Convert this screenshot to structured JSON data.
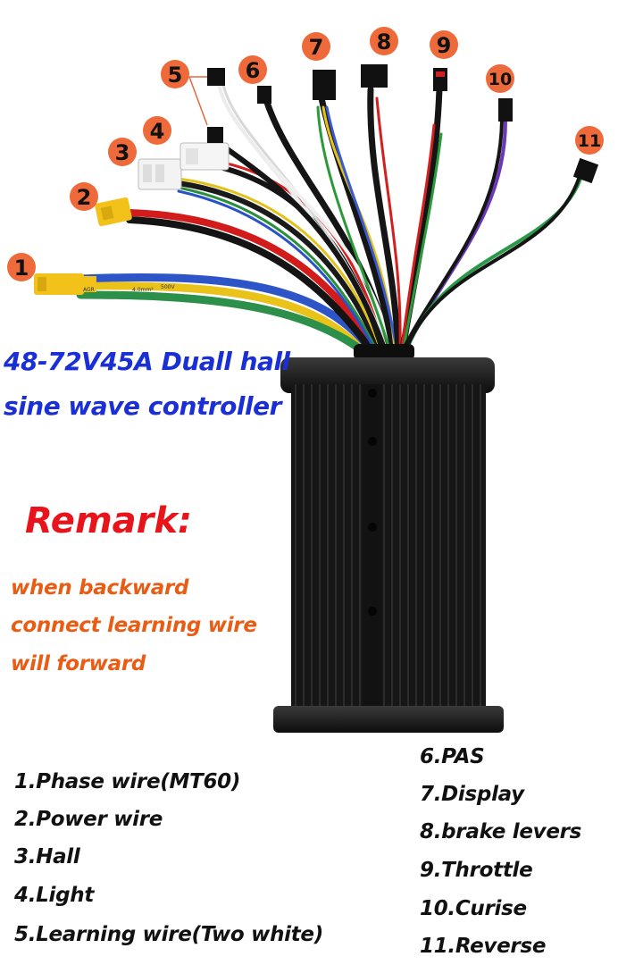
{
  "title": {
    "line1": "48-72V45A Duall hall",
    "line2": "sine wave controller"
  },
  "remark": {
    "heading": "Remark:",
    "lines": [
      "when backward",
      "connect learning wire",
      "will forward"
    ]
  },
  "badges": [
    "1",
    "2",
    "3",
    "4",
    "5",
    "6",
    "7",
    "8",
    "9",
    "10",
    "11"
  ],
  "cable_print": [
    "AGR",
    "4.0mm²",
    "500V"
  ],
  "legend": {
    "left": [
      "1.Phase wire(MT60)",
      "2.Power wire",
      "3.Hall",
      "4.Light",
      "5.Learning wire(Two white)"
    ],
    "right": [
      "6.PAS",
      "7.Display",
      "8.brake levers",
      "9.Throttle",
      "10.Curise",
      "11.Reverse"
    ]
  },
  "colors": {
    "title": "#1a2fd6",
    "remark_heading": "#e8141c",
    "remark_text": "#ea5b14",
    "badge_fill": "#ee6a3a",
    "controller_body": "#141414",
    "connector_yellow": "#f2c21b"
  }
}
